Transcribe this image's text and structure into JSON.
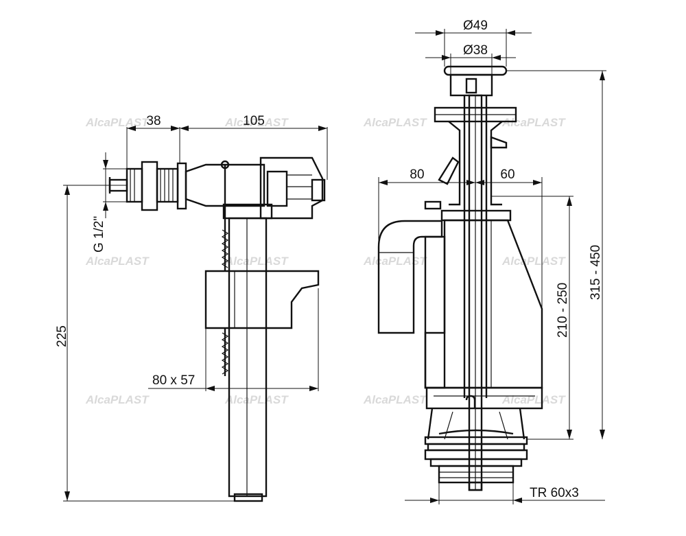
{
  "watermark": "AlcaPLAST",
  "left_valve": {
    "dim_38": "38",
    "dim_105": "105",
    "dim_thread": "G 1/2\"",
    "dim_225": "225",
    "dim_float": "80 x 57"
  },
  "right_valve": {
    "dim_d49": "Ø49",
    "dim_d38": "Ø38",
    "dim_80": "80",
    "dim_60": "60",
    "dim_210_250": "210 - 250",
    "dim_315_450": "315 - 450",
    "dim_thread": "TR 60x3"
  }
}
